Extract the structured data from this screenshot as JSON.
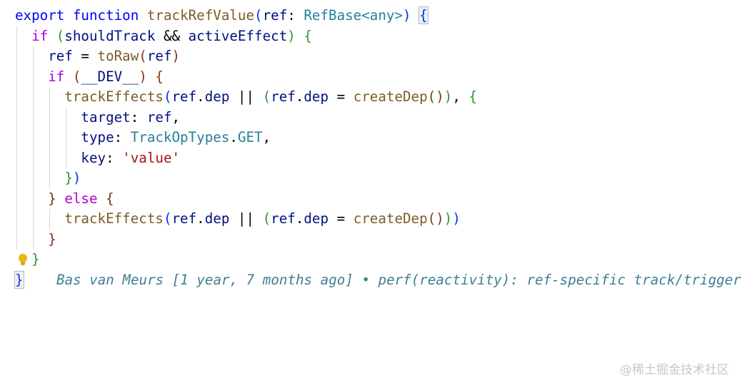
{
  "code": {
    "l1": {
      "export": "export",
      "function": "function",
      "name": "trackRefValue",
      "open": "(",
      "param": "ref",
      "colon": ": ",
      "type": "RefBase",
      "generic": "<any>",
      "close": ")",
      "space": " ",
      "brace": "{"
    },
    "l2": {
      "if": "if",
      "open": " (",
      "a": "shouldTrack",
      "and": " && ",
      "b": "activeEffect",
      "close": ")",
      "brace": " {"
    },
    "l3": {
      "ref": "ref",
      "eq": " = ",
      "fn": "toRaw",
      "open": "(",
      "arg": "ref",
      "close": ")"
    },
    "l4": {
      "if": "if",
      "open": " (",
      "dev": "__DEV__",
      "close": ")",
      "brace": " {"
    },
    "l5": {
      "fn": "trackEffects",
      "open": "(",
      "a": "ref",
      "dot1": ".",
      "dep1": "dep",
      "or": " || ",
      "p2open": "(",
      "b": "ref",
      "dot2": ".",
      "dep2": "dep",
      "eq": " = ",
      "create": "createDep",
      "call": "()",
      "p2close": ")",
      "comma": ", ",
      "brace": "{"
    },
    "l6": {
      "key": "target",
      "colon": ": ",
      "val": "ref",
      "comma": ","
    },
    "l7": {
      "key": "type",
      "colon": ": ",
      "obj": "TrackOpTypes",
      "dot": ".",
      "prop": "GET",
      "comma": ","
    },
    "l8": {
      "key": "key",
      "colon": ": ",
      "val": "'value'"
    },
    "l9": {
      "brace": "}",
      "paren": ")"
    },
    "l10": {
      "brace": "}",
      "else": " else ",
      "open": "{"
    },
    "l11": {
      "fn": "trackEffects",
      "open": "(",
      "a": "ref",
      "dot1": ".",
      "dep1": "dep",
      "or": " || ",
      "p2open": "(",
      "b": "ref",
      "dot2": ".",
      "dep2": "dep",
      "eq": " = ",
      "create": "createDep",
      "call": "()",
      "p2close": ")",
      "close": ")"
    },
    "l12": {
      "brace": "}"
    },
    "l13": {
      "brace": "}"
    },
    "l14": {
      "brace": "}"
    }
  },
  "blame": "Bas van Meurs [1 year, 7 months ago] • perf(reactivity): ref-specific track/trigger",
  "lightbulb_icon": "lightbulb-icon",
  "watermark": "@稀土掘金技术社区"
}
